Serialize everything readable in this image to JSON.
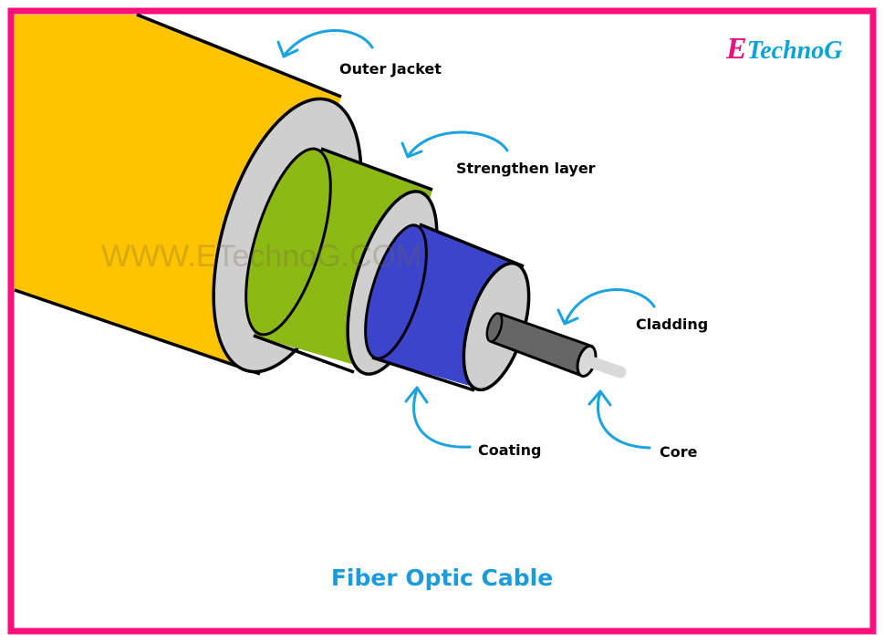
{
  "diagram": {
    "caption": "Fiber Optic Cable",
    "watermark": "WWW.ETechnoG.COM",
    "logo": {
      "first_letter": "E",
      "rest": "TechnoG"
    },
    "labels": {
      "outer_jacket": "Outer Jacket",
      "strengthen_layer": "Strengthen layer",
      "cladding": "Cladding",
      "coating": "Coating",
      "core": "Core"
    },
    "colors": {
      "frame_border": "#ff0f7b",
      "outer_jacket": "#fec400",
      "strengthen_layer": "#8db915",
      "coating": "#3c44cc",
      "cladding": "#666666",
      "core": "#d9d9d9",
      "separator": "#cfcfcf",
      "arrows": "#1aa3e0",
      "caption": "#1b9bd9"
    }
  }
}
